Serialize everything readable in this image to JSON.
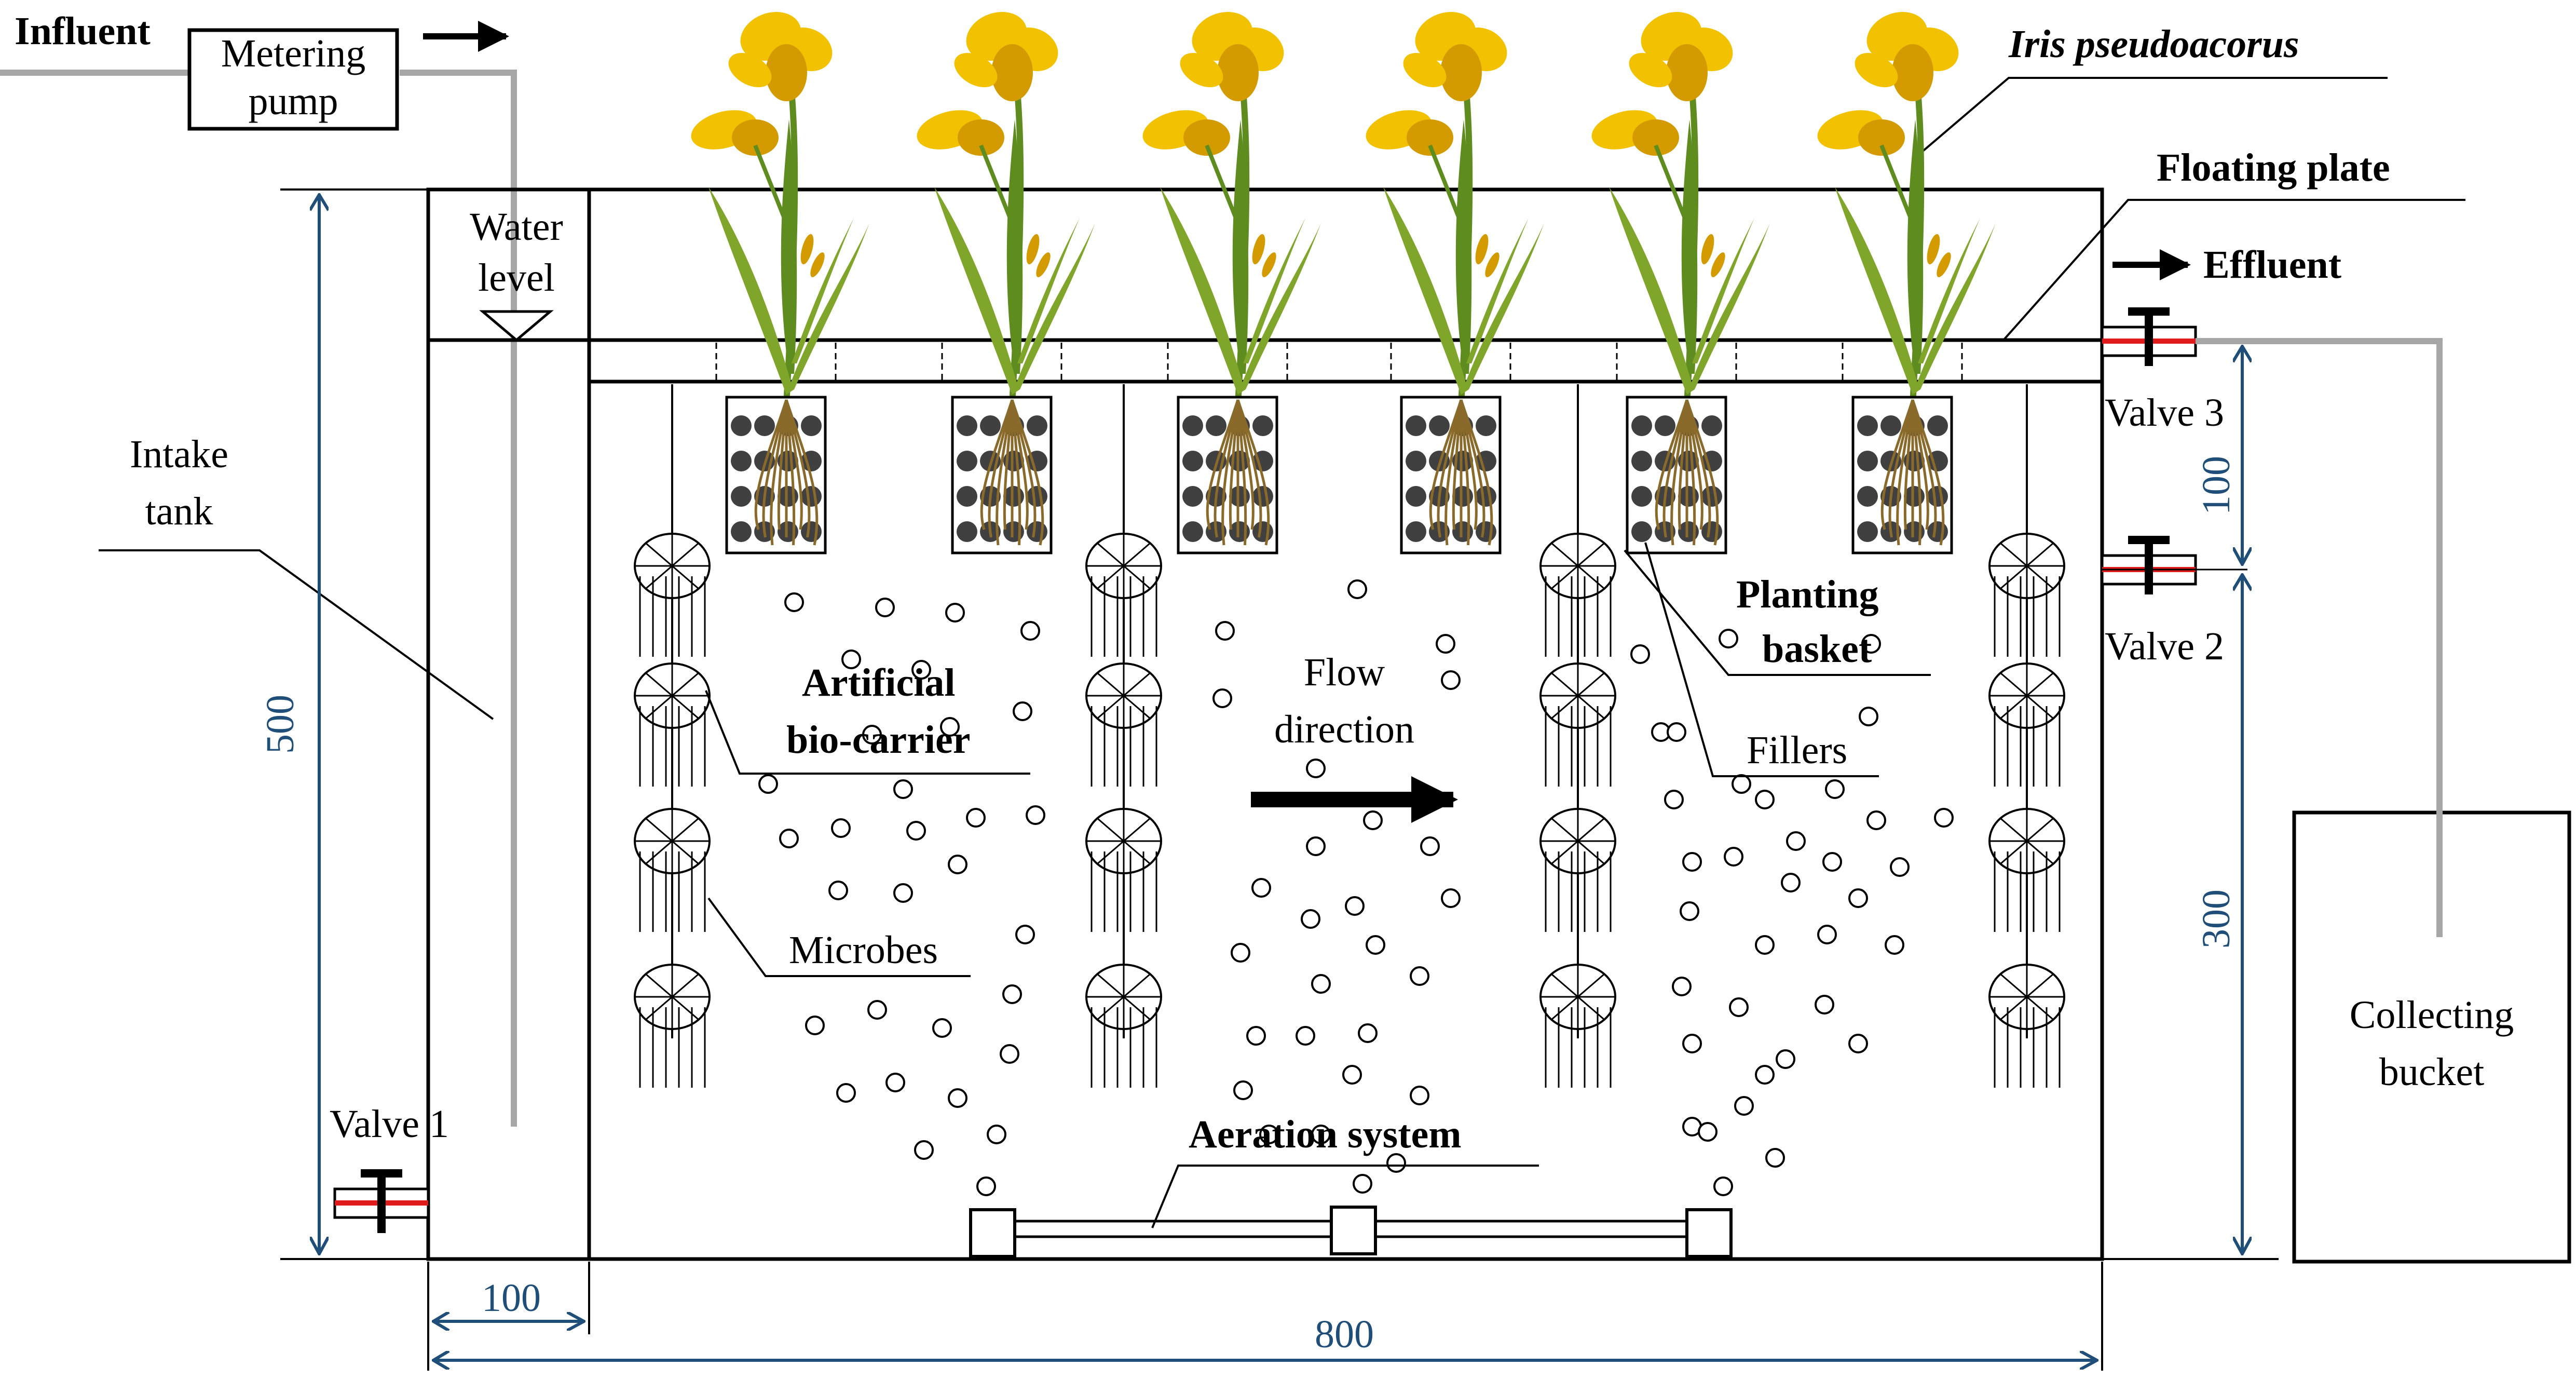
{
  "labels": {
    "influent": "Influent",
    "metering_pump_1": "Metering",
    "metering_pump_2": "pump",
    "species": "Iris pseudoacorus",
    "floating_plate": "Floating plate",
    "effluent": "Effluent",
    "water_level_1": "Water",
    "water_level_2": "level",
    "intake_tank_1": "Intake",
    "intake_tank_2": "tank",
    "valve_1": "Valve 1",
    "valve_2": "Valve 2",
    "valve_3": "Valve 3",
    "planting_basket_1": "Planting",
    "planting_basket_2": "basket",
    "artificial_biocarrier_1": "Artificial",
    "artificial_biocarrier_2": "bio-carrier",
    "flow_direction_1": "Flow",
    "flow_direction_2": "direction",
    "fillers": "Fillers",
    "microbes": "Microbes",
    "aeration_system": "Aeration system",
    "collecting_bucket_1": "Collecting",
    "collecting_bucket_2": "bucket"
  },
  "dimensions": {
    "height_total": "500",
    "width_intake": "100",
    "width_total": "800",
    "valve_spacing": "100",
    "outlet_height": "300"
  },
  "colors": {
    "dimension": "#1f4e79",
    "pipe": "#a6a6a6",
    "valve_red": "#e01b1b",
    "petal": "#f2c200",
    "petal_dark": "#d49b00",
    "leaf": "#7fa62a",
    "stem": "#5e8c1f",
    "root": "#8a6a2a",
    "filler": "#404040"
  }
}
